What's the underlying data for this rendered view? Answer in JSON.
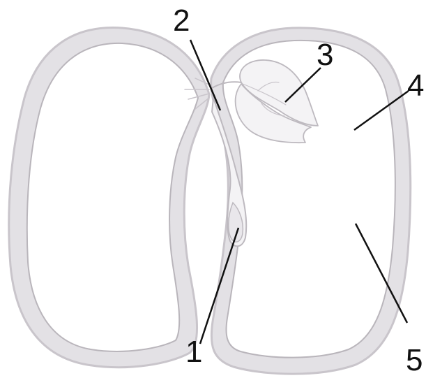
{
  "colors": {
    "seed_coat_outer": "#c9c5cb",
    "seed_coat_fill": "#e3e1e5",
    "seed_coat_inner": "#b9b5bb",
    "embryo_stroke": "#bdb9bf",
    "plumule_fill": "#f4f3f5",
    "leader_line": "#111111",
    "label_text": "#111111"
  },
  "labels": [
    {
      "id": "1",
      "text": "1"
    },
    {
      "id": "2",
      "text": "2"
    },
    {
      "id": "3",
      "text": "3"
    },
    {
      "id": "4",
      "text": "4"
    },
    {
      "id": "5",
      "text": "5"
    }
  ]
}
